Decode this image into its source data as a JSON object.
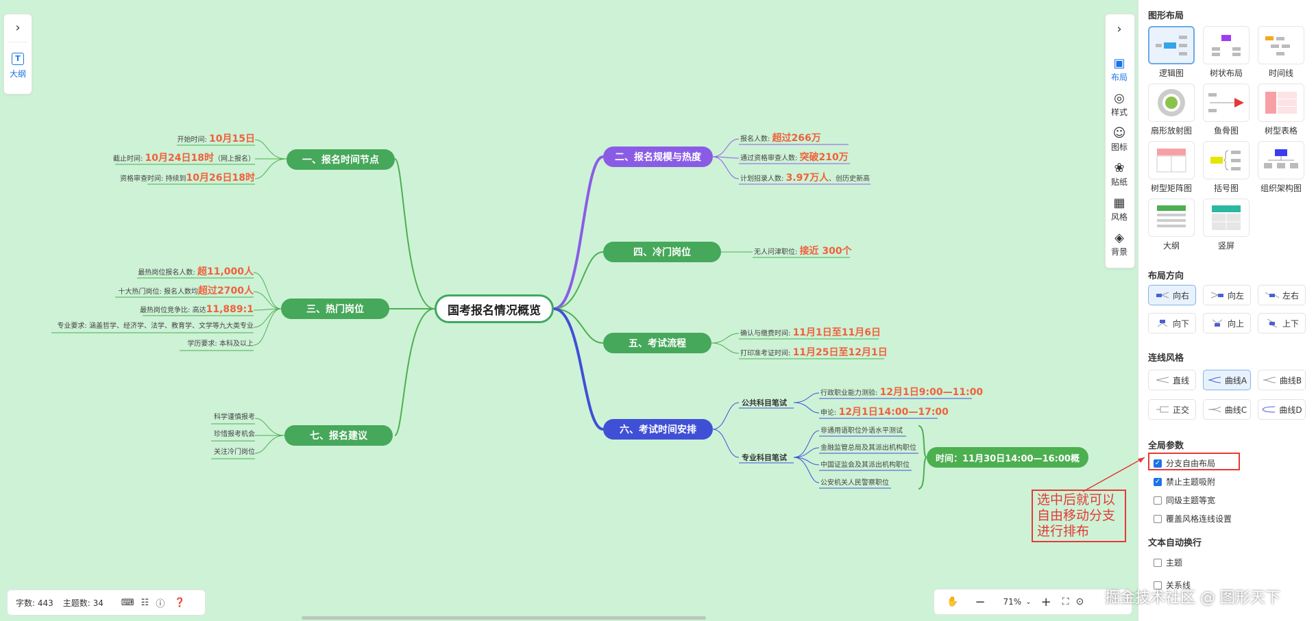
{
  "left_panel": {
    "outline_label": "大纲"
  },
  "root": "国考报名情况概览",
  "branches": {
    "b1": {
      "label": "一、报名时间节点",
      "color": "#46a85a",
      "leaves": [
        {
          "text": "开始时间: ",
          "hl": "10月15日",
          "tail": ""
        },
        {
          "text": "截止时间: ",
          "hl": "10月24日18时",
          "tail": "（网上报名）"
        },
        {
          "text": "资格审查时间: 持续到",
          "hl": "10月26日18时",
          "tail": ""
        }
      ]
    },
    "b2": {
      "label": "二、报名规模与热度",
      "color": "#8a5ce6",
      "leaves": [
        {
          "text": "报名人数: ",
          "hl": "超过266万",
          "tail": ""
        },
        {
          "text": "通过资格审查人数: ",
          "hl": "突破210万",
          "tail": ""
        },
        {
          "text": "计划招录人数: ",
          "hl": "3.97万人",
          "tail": "、创历史新高"
        }
      ]
    },
    "b3": {
      "label": "三、热门岗位",
      "color": "#46a85a",
      "leaves": [
        {
          "text": "最热岗位报名人数: ",
          "hl": "超11,000人",
          "tail": ""
        },
        {
          "text": "十大热门岗位: 报名人数均",
          "hl": "超过2700人",
          "tail": ""
        },
        {
          "text": "最热岗位竞争比: 高达",
          "hl": "11,889:1",
          "tail": ""
        },
        {
          "text": "专业要求: 涵盖哲学、经济学、法学、教育学、文学等九大类专业",
          "hl": "",
          "tail": ""
        },
        {
          "text": "学历要求: 本科及以上",
          "hl": "",
          "tail": ""
        }
      ]
    },
    "b4": {
      "label": "四、冷门岗位",
      "color": "#46a85a",
      "leaves": [
        {
          "text": "无人问津职位: ",
          "hl": "接近 300个",
          "tail": ""
        }
      ]
    },
    "b5": {
      "label": "五、考试流程",
      "color": "#46a85a",
      "leaves": [
        {
          "text": "确认与缴费时间: ",
          "hl": "11月1日至11月6日",
          "tail": ""
        },
        {
          "text": "打印准考证时间: ",
          "hl": "11月25日至12月1日",
          "tail": ""
        }
      ]
    },
    "b6": {
      "label": "六、考试时间安排",
      "color": "#4050d6",
      "sub1": "公共科目笔试",
      "sub1_leaves": [
        {
          "text": "行政职业能力测验: ",
          "hl": "12月1日9:00—11:00",
          "tail": ""
        },
        {
          "text": "申论: ",
          "hl": "12月1日14:00—17:00",
          "tail": ""
        }
      ],
      "sub2": "专业科目笔试",
      "sub2_leaves": [
        {
          "text": "非通用语职位外语水平测试",
          "hl": "",
          "tail": ""
        },
        {
          "text": "金融监管总局及其派出机构职位",
          "hl": "",
          "tail": ""
        },
        {
          "text": "中国证监会及其派出机构职位",
          "hl": "",
          "tail": ""
        },
        {
          "text": "公安机关人民警察职位",
          "hl": "",
          "tail": ""
        }
      ],
      "summary": "时间：11月30日14:00—16:00概"
    },
    "b7": {
      "label": "七、报名建议",
      "color": "#46a85a",
      "leaves": [
        {
          "text": "科学谨慎报考",
          "hl": "",
          "tail": ""
        },
        {
          "text": "珍惜报考机会",
          "hl": "",
          "tail": ""
        },
        {
          "text": "关注冷门岗位",
          "hl": "",
          "tail": ""
        }
      ]
    }
  },
  "toolbar": {
    "items": [
      {
        "label": "布局",
        "icon": "layout-icon"
      },
      {
        "label": "样式",
        "icon": "palette-icon"
      },
      {
        "label": "图标",
        "icon": "smile-icon"
      },
      {
        "label": "贴纸",
        "icon": "sticker-icon"
      },
      {
        "label": "风格",
        "icon": "grid-icon"
      },
      {
        "label": "背景",
        "icon": "layers-icon"
      }
    ]
  },
  "panel": {
    "layout_title": "图形布局",
    "layouts": [
      "逻辑图",
      "树状布局",
      "时间线",
      "扇形放射图",
      "鱼骨图",
      "树型表格",
      "树型矩阵图",
      "括号图",
      "组织架构图",
      "大纲",
      "竖屏"
    ],
    "direction_title": "布局方向",
    "directions": [
      "向右",
      "向左",
      "左右",
      "向下",
      "向上",
      "上下"
    ],
    "line_title": "连线风格",
    "lines": [
      "直线",
      "曲线A",
      "曲线B",
      "正交",
      "曲线C",
      "曲线D"
    ],
    "global_title": "全局参数",
    "global_opts": [
      {
        "label": "分支自由布局",
        "checked": true
      },
      {
        "label": "禁止主题吸附",
        "checked": true
      },
      {
        "label": "同级主题等宽",
        "checked": false
      },
      {
        "label": "覆盖风格连线设置",
        "checked": false
      }
    ],
    "wrap_title": "文本自动换行",
    "wrap_opts": [
      {
        "label": "主题",
        "checked": false
      },
      {
        "label": "关系线",
        "checked": false
      }
    ]
  },
  "annotation": "选中后就可以自由移动分支进行排布",
  "status": {
    "word_count": "字数: 443",
    "topic_count": "主题数: 34"
  },
  "zoom": {
    "level": "71%"
  },
  "watermark": "掘金技术社区 @ 图形天下"
}
